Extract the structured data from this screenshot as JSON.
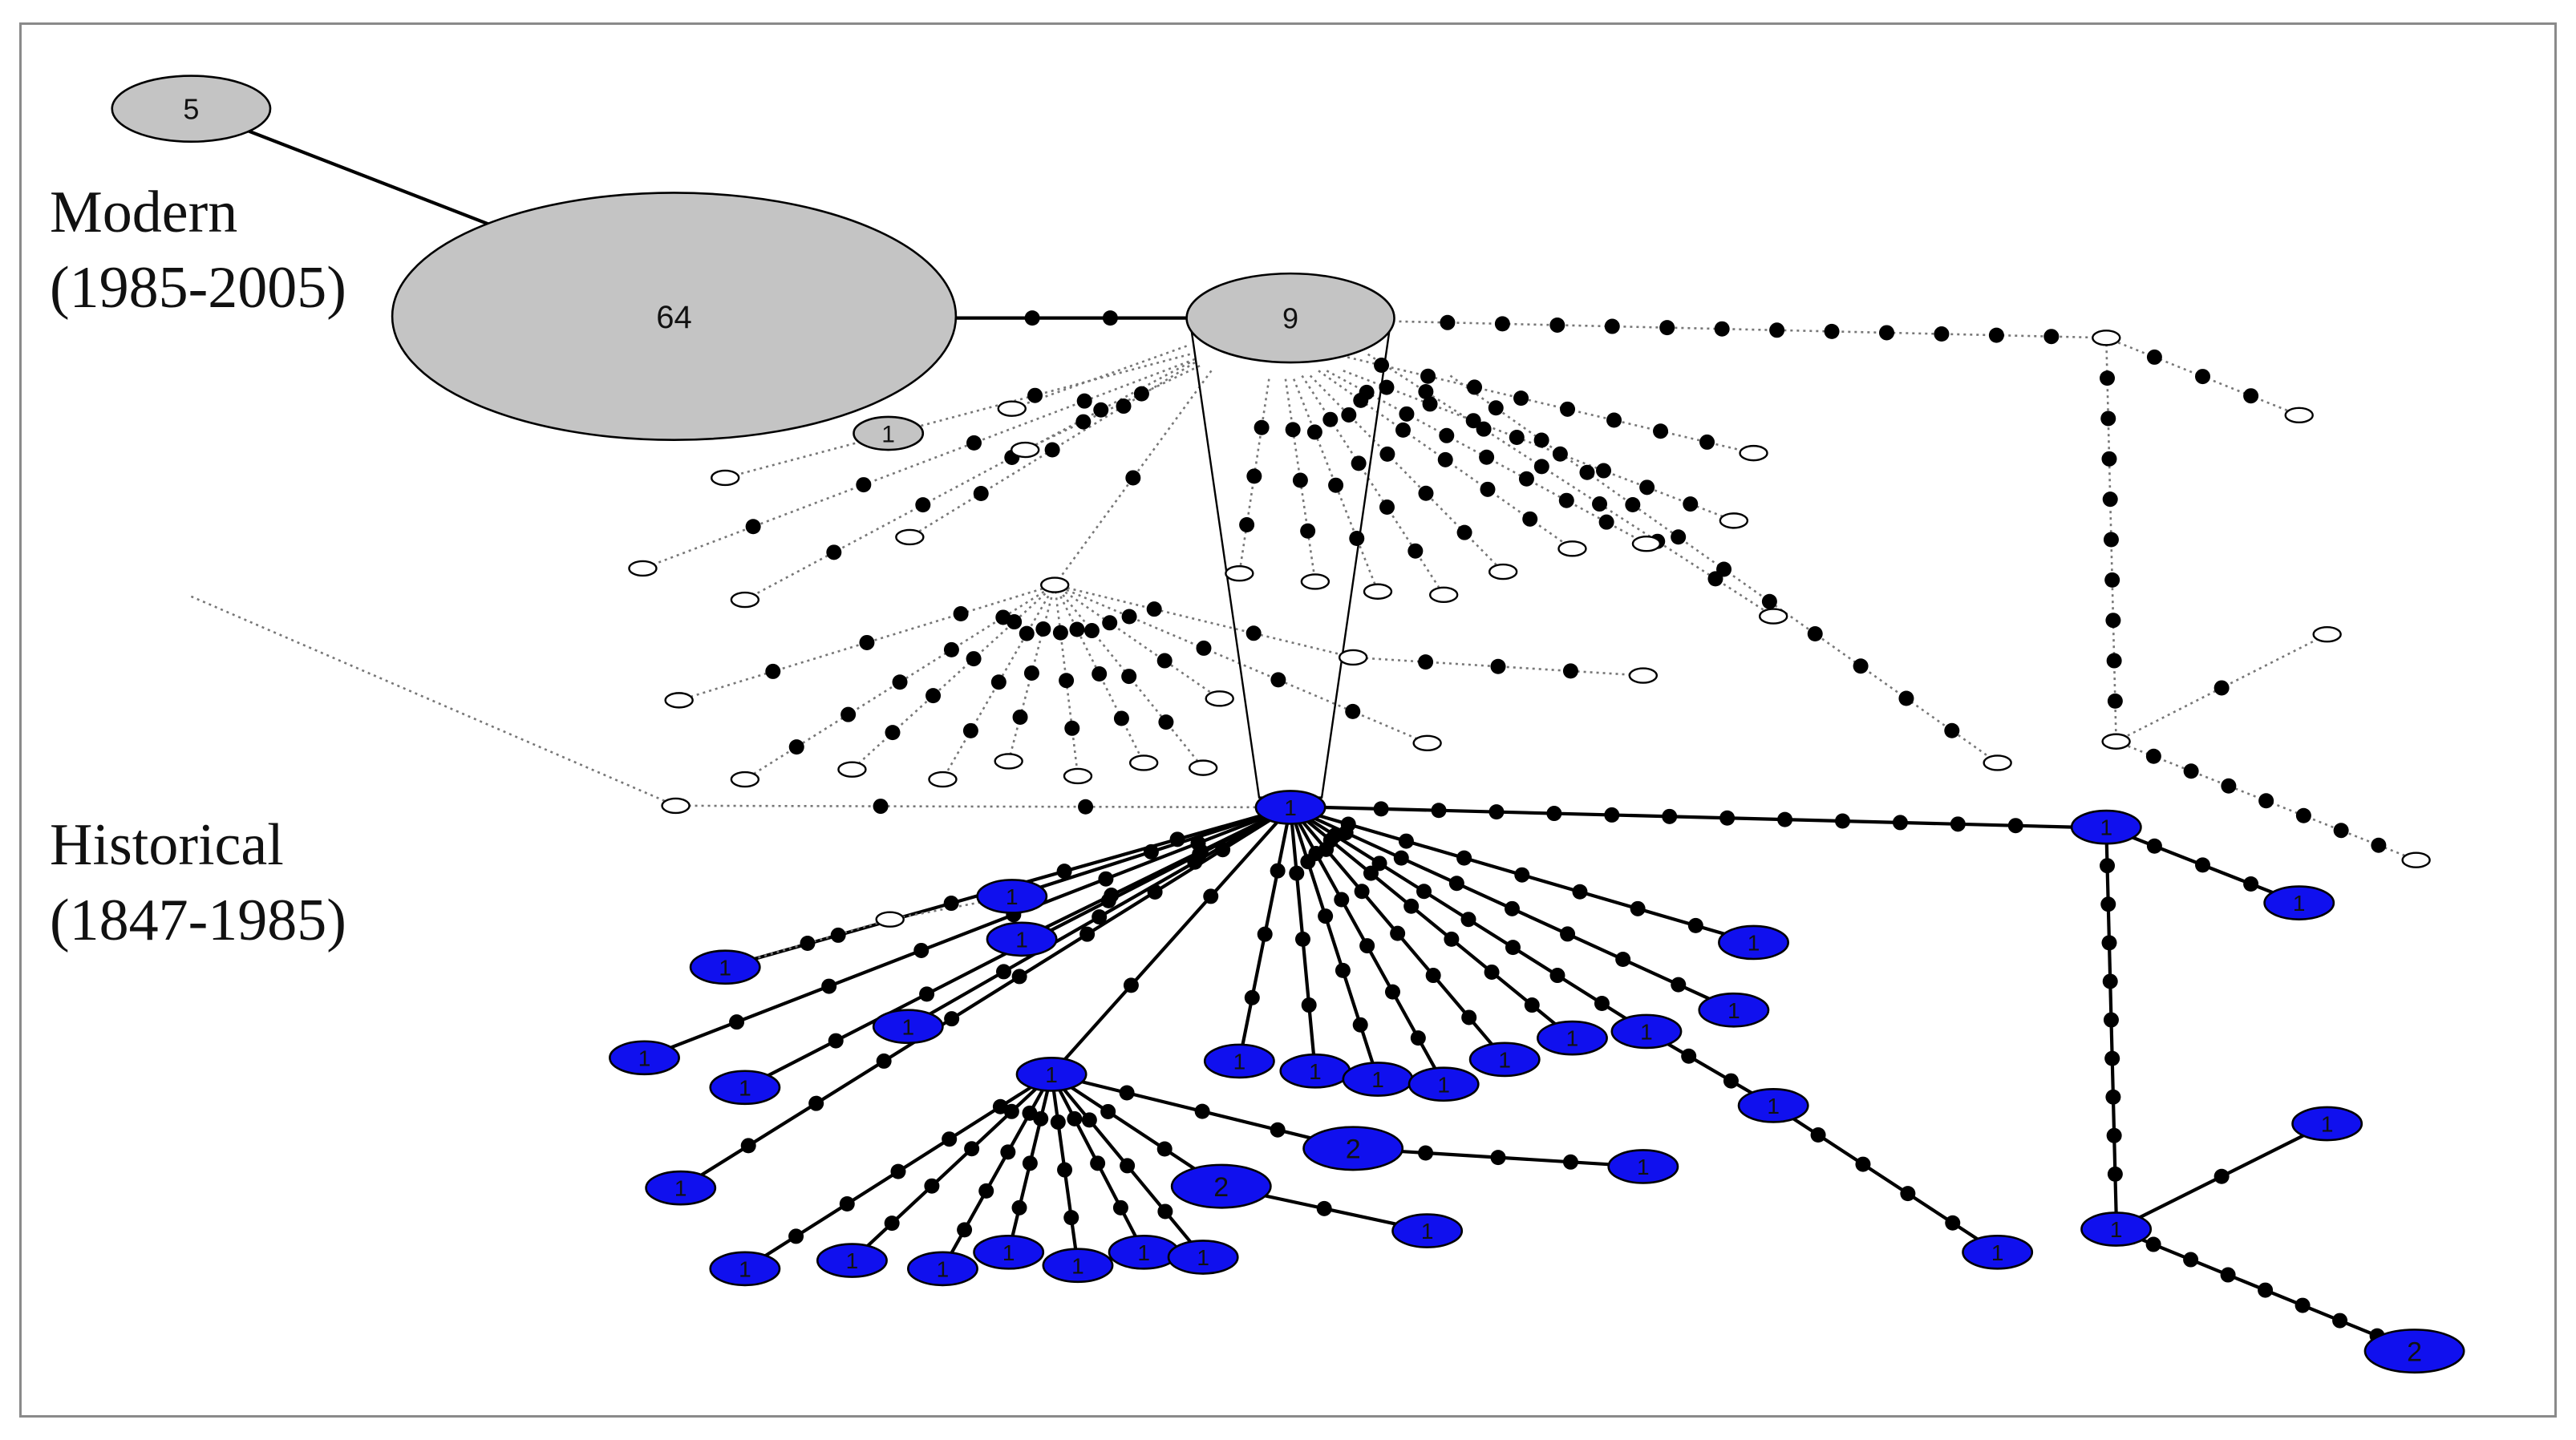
{
  "labels": {
    "modern": [
      "Modern",
      "(1985-2005)"
    ],
    "historical": [
      "Historical",
      "(1847-1985)"
    ]
  },
  "colors": {
    "modern_fill": "#c4c4c4",
    "historical_fill": "#1010ee",
    "empty_fill": "#ffffff",
    "dot_fill": "#000000",
    "outline": "#000000",
    "dotted_link": "#777777"
  },
  "nodes": {
    "modern_5": "5",
    "modern_64": "64",
    "modern_9": "9",
    "modern_1": "1",
    "historical_hub": "1",
    "h_a": "1",
    "h_b": "1",
    "h_c": "1",
    "h_d": "1",
    "h_e": "1",
    "h_f": "1",
    "h_g": "1",
    "h_h": "1",
    "h_sub": "1",
    "h_s1": "1",
    "h_s2": "1",
    "h_s3": "1",
    "h_s4": "1",
    "h_s5": "1",
    "h_s6": "1",
    "h_s7": "1",
    "h_two_a": "2",
    "h_two_b": "2",
    "h_two_a_tip": "1",
    "h_two_b_tip": "1",
    "h_f1": "1",
    "h_f2": "1",
    "h_f3": "1",
    "h_f4": "1",
    "h_f5": "1",
    "h_f6": "1",
    "h_f7": "1",
    "h_f8": "1",
    "h_f9": "1",
    "h_f10": "1",
    "h_f11": "1",
    "h_mid": "1",
    "h_right": "1",
    "h_right_tip": "1",
    "h_low": "1",
    "h_low_tip": "1",
    "h_low_two": "2"
  }
}
